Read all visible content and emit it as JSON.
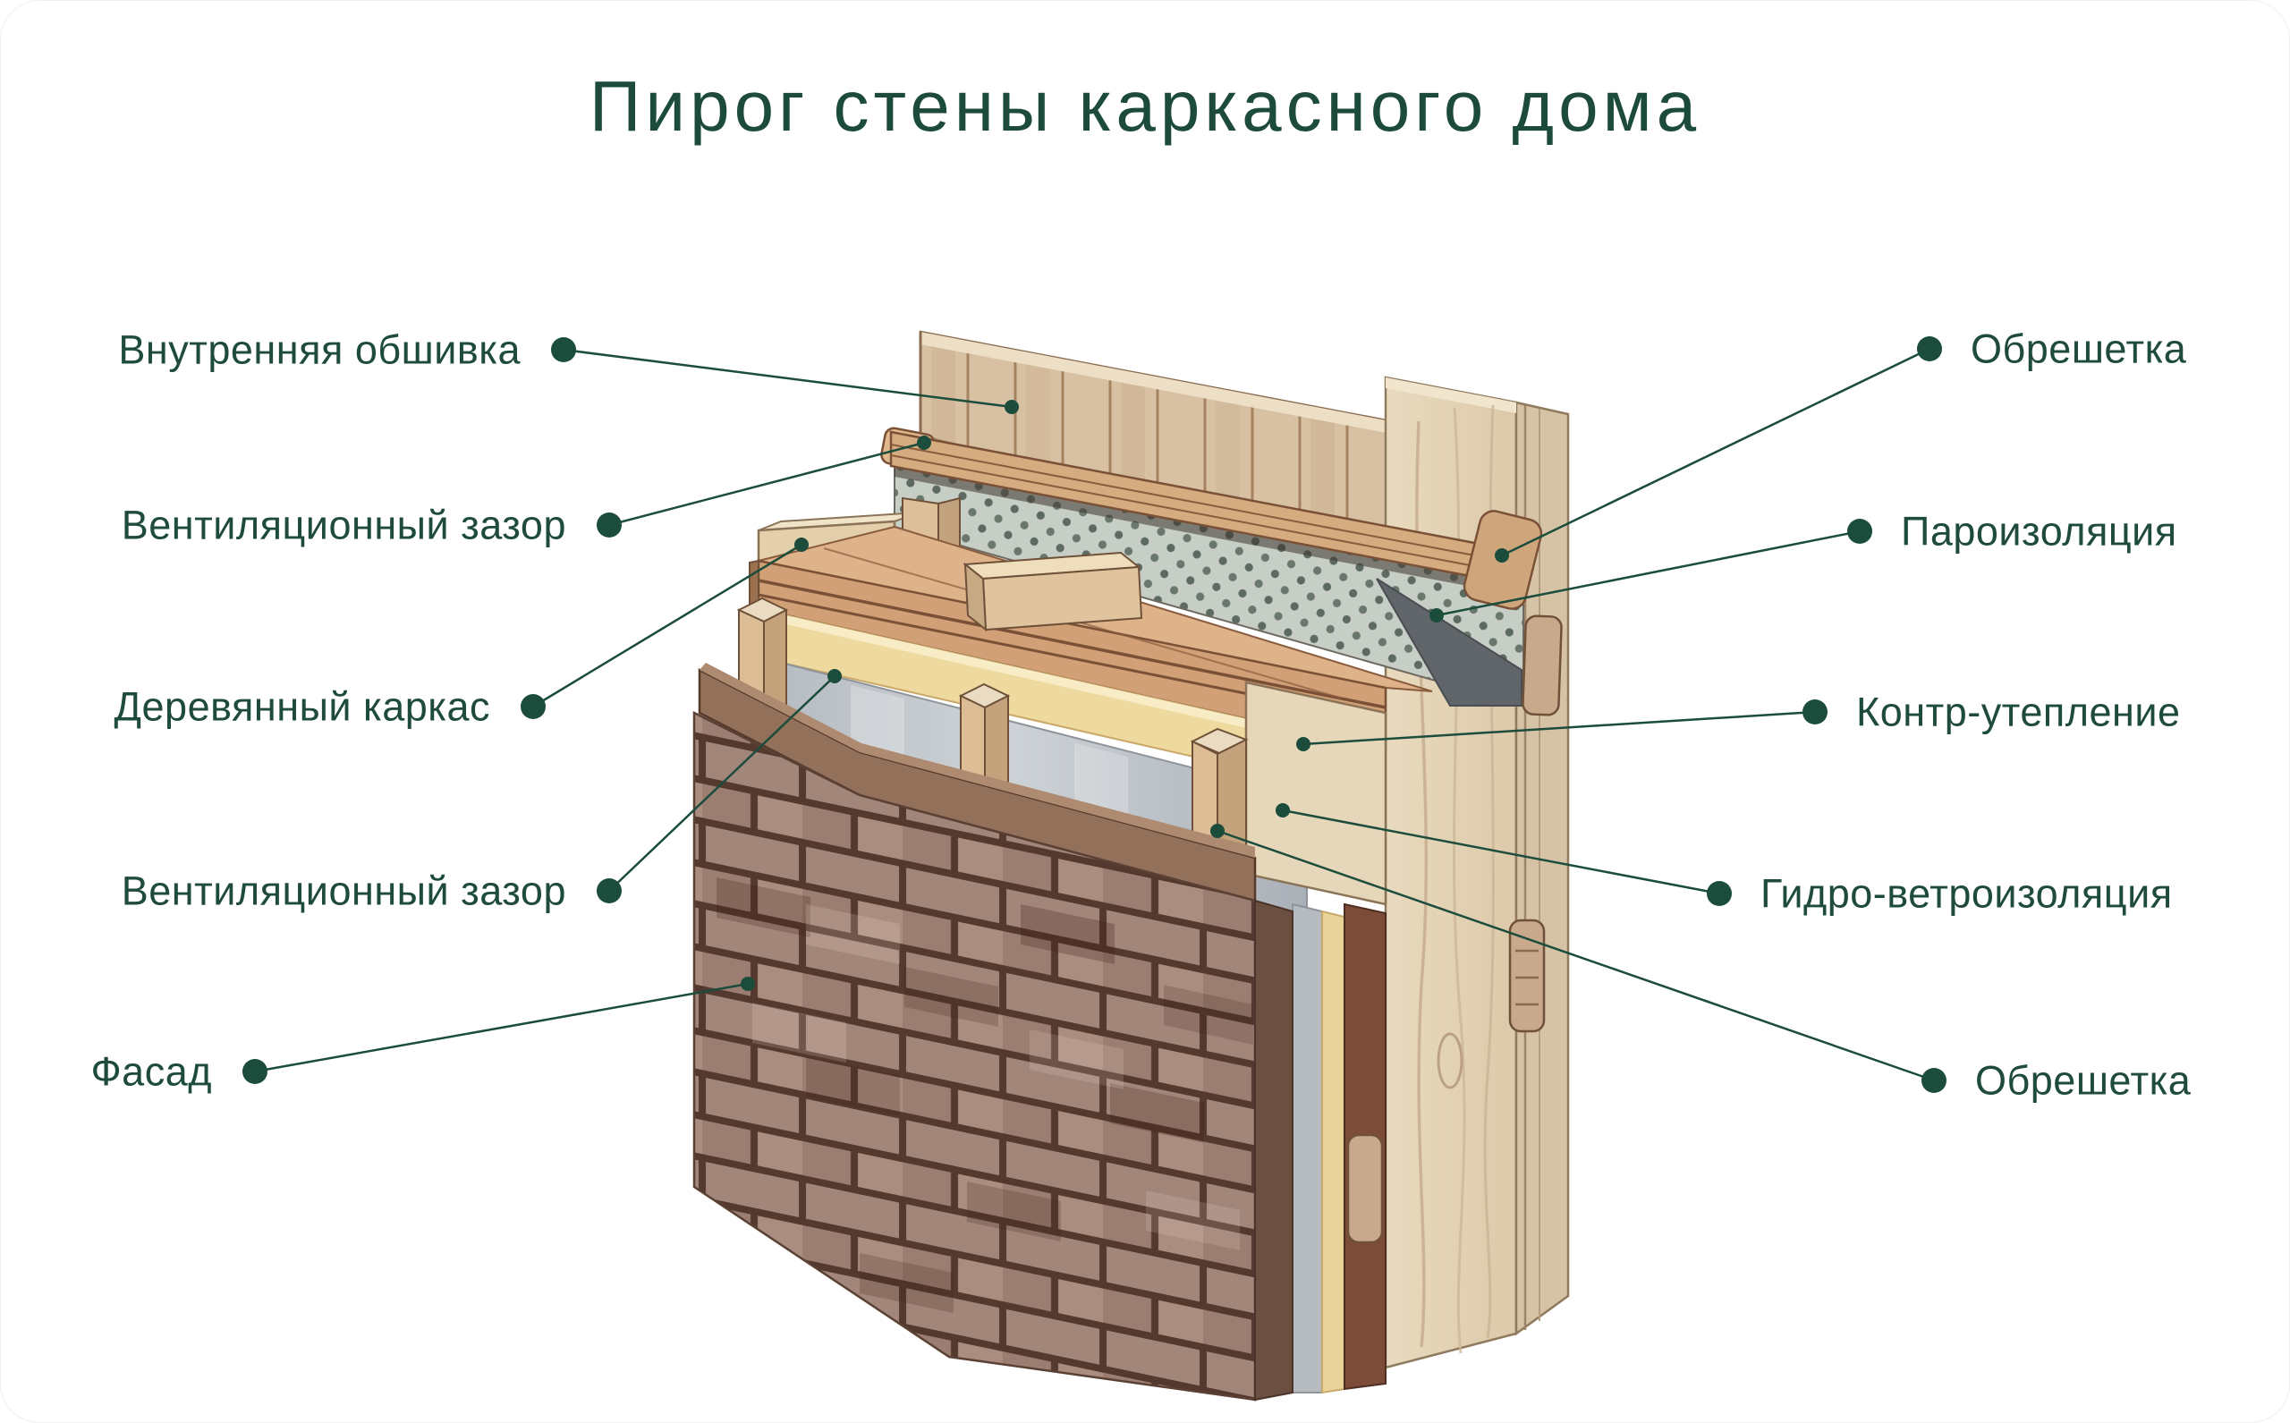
{
  "title": "Пирог стены каркасного дома",
  "colors": {
    "accent_green": "#1b4c3c",
    "title_green": "#1d4b3b",
    "brick": "#a3867a",
    "mortar": "#53392e",
    "insulation_yellow": "#eeda9f",
    "membrane_gray": "#bfc5ca",
    "wood_light": "#e6d6ba",
    "wood_plank": "#d8c1a3",
    "wood_board": "#d2a077"
  },
  "labels": {
    "left": [
      {
        "text": "Внутренняя обшивка",
        "dot": [
          629,
          390
        ],
        "target": [
          1130,
          454
        ]
      },
      {
        "text": "Вентиляционный зазор",
        "dot": [
          680,
          586
        ],
        "target": [
          1032,
          494
        ]
      },
      {
        "text": "Деревянный каркас",
        "dot": [
          595,
          789
        ],
        "target": [
          895,
          608
        ]
      },
      {
        "text": "Вентиляционный зазор",
        "dot": [
          680,
          995
        ],
        "target": [
          932,
          755
        ]
      },
      {
        "text": "Фасад",
        "dot": [
          284,
          1197
        ],
        "target": [
          835,
          1099
        ]
      }
    ],
    "right": [
      {
        "text": "Обрешетка",
        "dot": [
          2156,
          389
        ],
        "target": [
          1678,
          620
        ]
      },
      {
        "text": "Пароизоляция",
        "dot": [
          2078,
          593
        ],
        "target": [
          1605,
          687
        ]
      },
      {
        "text": "Контр-утепление",
        "dot": [
          2028,
          795
        ],
        "target": [
          1456,
          831
        ]
      },
      {
        "text": "Гидро-ветроизоляция",
        "dot": [
          1921,
          998
        ],
        "target": [
          1433,
          905
        ]
      },
      {
        "text": "Обрешетка",
        "dot": [
          2161,
          1207
        ],
        "target": [
          1360,
          928
        ]
      }
    ]
  },
  "style": {
    "label_dot_radius": 14,
    "target_dot_radius": 8,
    "line_width": 2.5,
    "label_gap": 46
  }
}
